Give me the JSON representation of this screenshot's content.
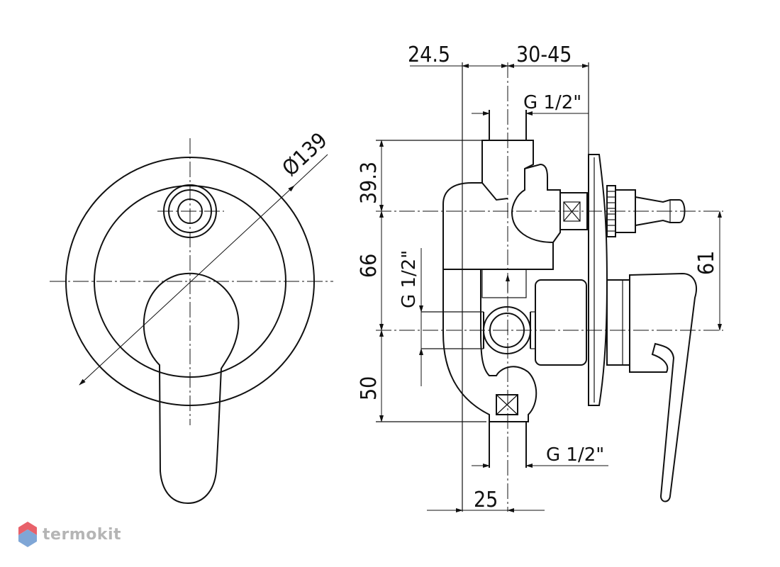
{
  "dimensions": {
    "diameter": "Ø139",
    "top_left": "24.5",
    "top_right": "30-45",
    "thread_top": "G 1/2\"",
    "height_upper": "39.3",
    "height_middle": "66",
    "thread_side": "G 1/2\"",
    "height_lower": "50",
    "thread_bottom": "G 1/2\"",
    "width_bottom": "25",
    "handle_offset": "61"
  },
  "brand": {
    "name": "termokit",
    "colors": {
      "logo_red": "#e8616a",
      "logo_blue": "#7fa6d6",
      "logo_text": "#b5b5b5"
    }
  }
}
